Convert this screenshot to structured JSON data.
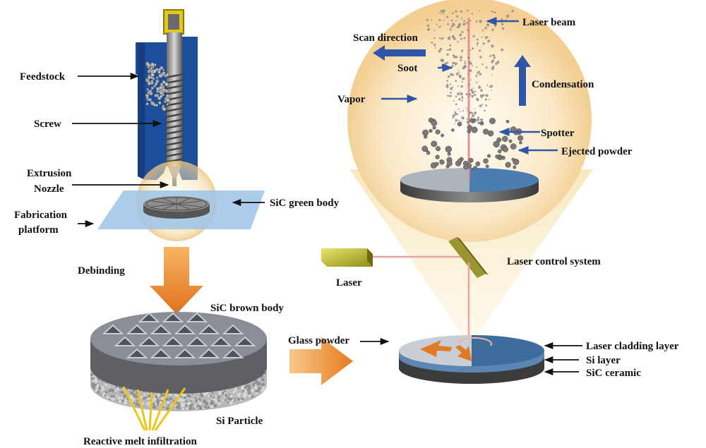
{
  "labels": {
    "feedstock": "Feedstock",
    "screw": "Screw",
    "extrusion": "Extrusion",
    "nozzle": "Nozzle",
    "fabrication": "Fabrication",
    "platform": "platform",
    "green_body": "SiC green body",
    "debinding": "Debinding",
    "brown_body": "SiC brown body",
    "si_particle": "Si Particle",
    "reactive_melt": "Reactive melt infiltration",
    "glass_powder": "Glass powder",
    "laser": "Laser",
    "laser_control": "Laser control system",
    "cladding_layer": "Laser cladding layer",
    "si_layer": "Si layer",
    "sic_ceramic": "SiC ceramic",
    "laser_beam": "Laser beam",
    "scan_direction": "Scan direction",
    "soot": "Soot",
    "condensation": "Condensation",
    "vapor": "Vapor",
    "spotter": "Spotter",
    "ejected_powder": "Ejected powder"
  },
  "colors": {
    "arrow_blue": "#2f56a8",
    "orange_arrow": "#ef8a2a",
    "laser_beam": "#e88f8f",
    "glow": "#f6d9a2",
    "platform": "#9cc3e6",
    "extruder_blue": "#1d4e9c"
  }
}
